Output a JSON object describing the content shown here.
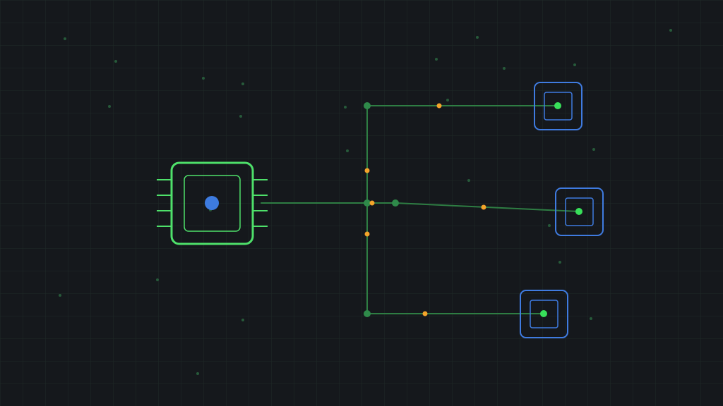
{
  "palette": {
    "background": "#15181c",
    "grid": "#1f2a27",
    "wire": "#2e7d43",
    "junction": "#2f8a4a",
    "chip_outline": "#4ee06a",
    "chip_core": "#3d7be0",
    "node_outline": "#3f7be0",
    "node_center": "#38e05a",
    "signal_pulse": "#f4a42a",
    "dust": "#275a3a"
  },
  "diagram": {
    "source": {
      "icon": "microchip-icon",
      "pins_per_side": 4
    },
    "nodes": [
      {
        "id": "node-top",
        "icon": "target-node-icon"
      },
      {
        "id": "node-middle",
        "icon": "target-node-icon"
      },
      {
        "id": "node-bottom",
        "icon": "target-node-icon"
      }
    ],
    "signal_pulses": 6
  }
}
